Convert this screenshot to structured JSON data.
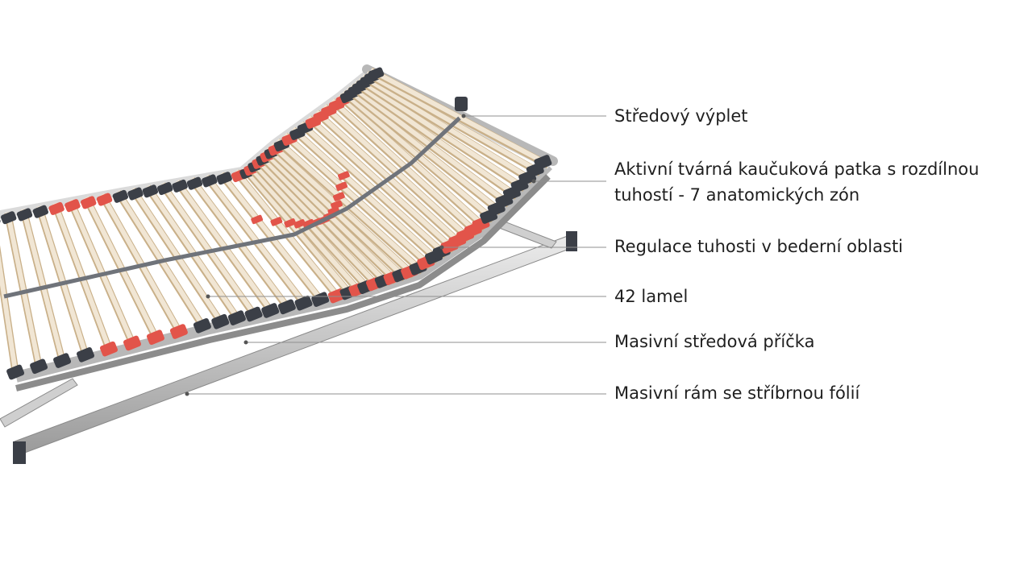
{
  "diagram": {
    "labels": [
      {
        "id": "center-filler",
        "lines": [
          "Středový výplet"
        ]
      },
      {
        "id": "rubber-pad",
        "lines": [
          "Aktivní tvárná kaučuková patka s rozdílnou",
          "tuhostí - 7 anatomických zón"
        ]
      },
      {
        "id": "lumbar-regulation",
        "lines": [
          "Regulace tuhosti v bederní oblasti"
        ]
      },
      {
        "id": "slats",
        "lines": [
          "42 lamel"
        ]
      },
      {
        "id": "center-beam",
        "lines": [
          "Masivní středová příčka"
        ]
      },
      {
        "id": "frame",
        "lines": [
          "Masivní rám se stříbrnou fólií"
        ]
      }
    ],
    "colors": {
      "background": "#ffffff",
      "frame_light": "#dadada",
      "frame_mid": "#b8b8b8",
      "frame_dark": "#8c8c8c",
      "slat_wood": "#f1e6d4",
      "slat_edge": "#c9b089",
      "cap_dark": "#3b3f47",
      "cap_red": "#e2544a",
      "leader_line": "#8f8f8f",
      "text": "#1f1f1f"
    }
  }
}
